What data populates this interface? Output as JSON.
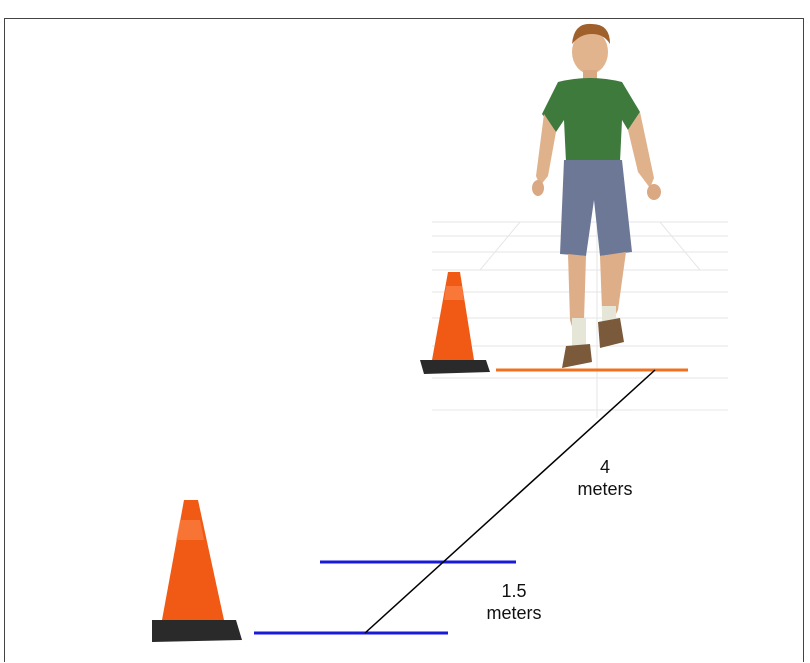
{
  "header_text_partial": "",
  "labels": {
    "distance_far_value": "4",
    "distance_far_unit": "meters",
    "distance_near_value": "1.5",
    "distance_near_unit": "meters"
  },
  "colors": {
    "near_lines": "#1a1adb",
    "far_line": "#f07020",
    "cone": "#f05a14",
    "diagonal": "#000000"
  }
}
